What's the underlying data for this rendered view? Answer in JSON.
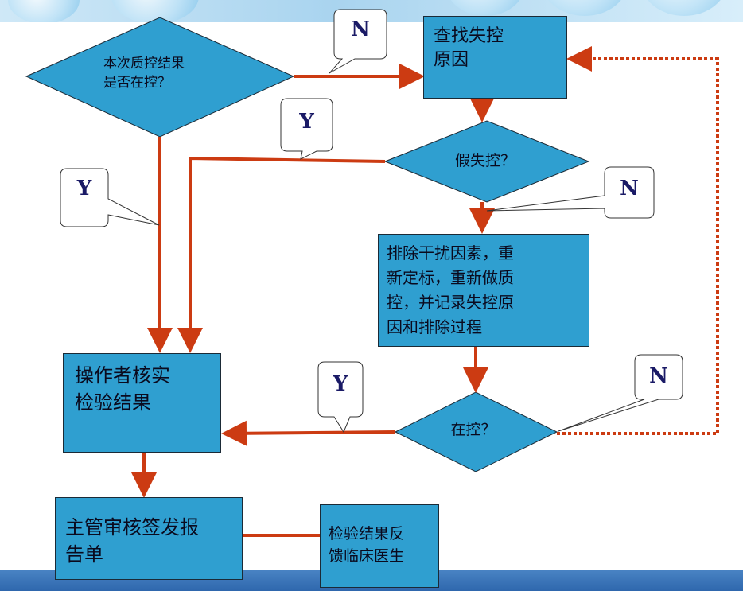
{
  "nodes": {
    "d1": "本次质控结果\n是否在控？",
    "find": "查找失控\n原因",
    "d2": "假失控？",
    "remove": "排除干扰因素，重\n新定标，重新做质\n控，并记录失控原\n因和排除过程",
    "d3": "在控？",
    "verify": "操作者核实\n检验结果",
    "supervisor": "主管审核签发报\n告单",
    "feedback": "检验结果反\n馈临床医生"
  },
  "callouts": {
    "n1": "N",
    "y_left": "Y",
    "y_d2": "Y",
    "n_d2": "N",
    "y_d3": "Y",
    "n_d3": "N"
  },
  "colors": {
    "box_fill": "#2f9fd0",
    "arrow": "#cc3b12",
    "callout_text": "#1a1a66",
    "footer": "#3a74b8"
  }
}
